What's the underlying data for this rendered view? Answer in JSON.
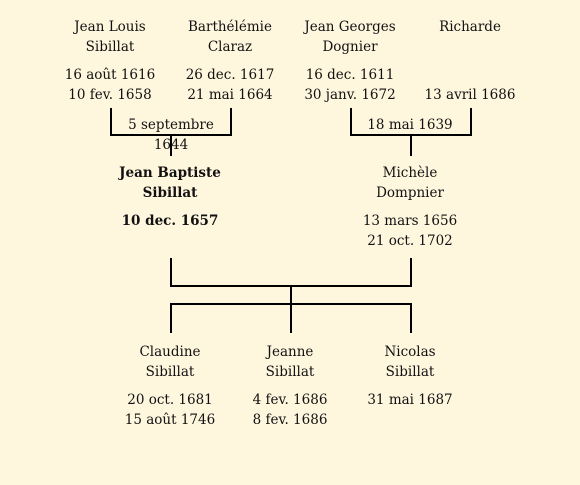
{
  "people": {
    "jean_louis": {
      "first": "Jean Louis",
      "last": "Sibillat",
      "birth": "16 août 1616",
      "death": "10 fev. 1658"
    },
    "barthelemie": {
      "first": "Barthélémie",
      "last": "Claraz",
      "birth": "26 dec. 1617",
      "death": "21 mai 1664"
    },
    "jean_georges": {
      "first": "Jean Georges",
      "last": "Dognier",
      "birth": "16 dec. 1611",
      "death": "30 janv. 1672"
    },
    "richarde": {
      "first": "Richarde",
      "last": "",
      "birth": "",
      "death": "13 avril 1686"
    },
    "jean_baptiste": {
      "first": "Jean Baptiste",
      "last": "Sibillat",
      "birth": "10 dec. 1657",
      "death": ""
    },
    "michele": {
      "first": "Michèle",
      "last": "Dompnier",
      "birth": "13 mars 1656",
      "death": "21 oct. 1702"
    },
    "claudine": {
      "first": "Claudine",
      "last": "Sibillat",
      "birth": "20 oct. 1681",
      "death": "15 août 1746"
    },
    "jeanne": {
      "first": "Jeanne",
      "last": "Sibillat",
      "birth": "4 fev. 1686",
      "death": "8 fev. 1686"
    },
    "nicolas": {
      "first": "Nicolas",
      "last": "Sibillat",
      "birth": "31 mai 1687",
      "death": ""
    }
  },
  "marriages": {
    "sibillat_claraz": "5 septembre 1644",
    "dognier_richarde": "18 mai 1639"
  },
  "colors": {
    "background": "#fff6de",
    "lines": "#000000"
  }
}
